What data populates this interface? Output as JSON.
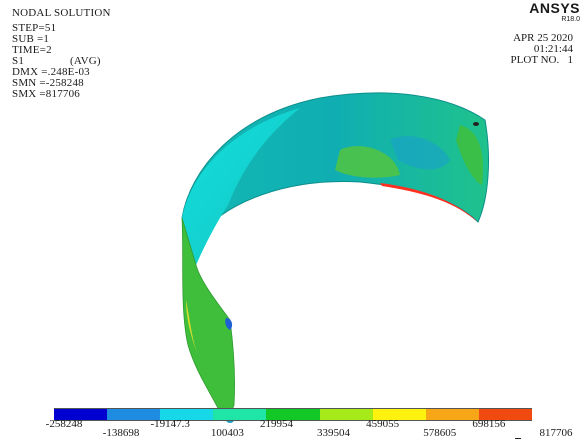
{
  "header": {
    "title": "NODAL SOLUTION",
    "step": "STEP=51",
    "sub": "SUB =1",
    "time": "TIME=2",
    "quantity": "S1",
    "avg": "(AVG)",
    "dmx": "DMX =.248E-03",
    "smn": "SMN =-258248",
    "smx": "SMX =817706"
  },
  "brand": {
    "name": "ANSYS",
    "version": "R18.0"
  },
  "meta": {
    "date": "APR 25 2020",
    "time": "01:21:44",
    "plot": "PLOT NO.   1"
  },
  "legend": {
    "colors": [
      "#0000d0",
      "#1e8ce0",
      "#17d8e8",
      "#1fe6a6",
      "#11c826",
      "#a7ea1a",
      "#fff20e",
      "#f7a618",
      "#f14a10"
    ],
    "labels_bottom": [
      "-258248",
      "-19147.3",
      "219954",
      "459055",
      "698156"
    ],
    "labels_top": [
      "-138698",
      "100403",
      "339504",
      "578605",
      "817706"
    ]
  },
  "model_colors": {
    "outer_cyan": "#12b6b2",
    "inner_cyan": "#10d2d0",
    "green": "#3fbe3c",
    "lime": "#6ccf36",
    "yellow": "#d6dd2d",
    "red": "#ff3020"
  }
}
